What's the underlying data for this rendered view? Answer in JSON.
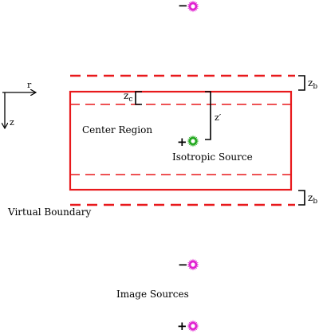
{
  "axes": {
    "r_label": "r",
    "z_label": "z"
  },
  "labels": {
    "center_region": "Center Region",
    "isotropic_source": "Isotropic Source",
    "virtual_boundary": "Virtual Boundary",
    "image_sources": "Image Sources",
    "zb_main": "z",
    "zb_sub": "b",
    "zc_main": "z",
    "zc_sub": "c",
    "zprime": "z′"
  },
  "signs": {
    "image_top": "−",
    "source": "+",
    "image_mid": "−",
    "image_bottom": "+"
  },
  "colors": {
    "boundary": "#e8191c",
    "image_source": "#e020d0",
    "isotropic_source": "#22a81e",
    "ink": "#000000"
  }
}
